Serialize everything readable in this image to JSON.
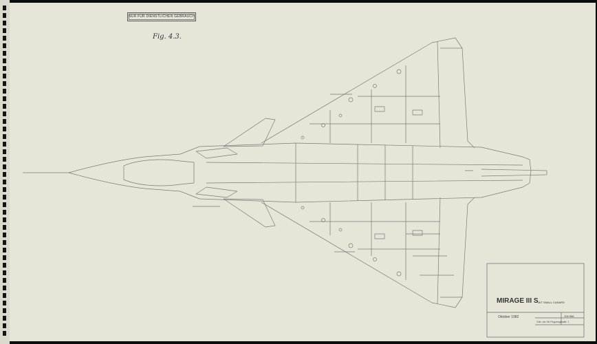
{
  "stamp": "NUR FÜR DIENSTLICHEN GEBRAUCH",
  "figure_label": "Fig. 4.3.",
  "title_block": {
    "title": "MIRAGE III S",
    "subtitle": "MIT SMALL CANARD",
    "date": "Oktober 1982",
    "drawing_number": "106 588",
    "organization": "Gde.-ver. für Flugzeugbau",
    "revision": "Nr. 1"
  }
}
